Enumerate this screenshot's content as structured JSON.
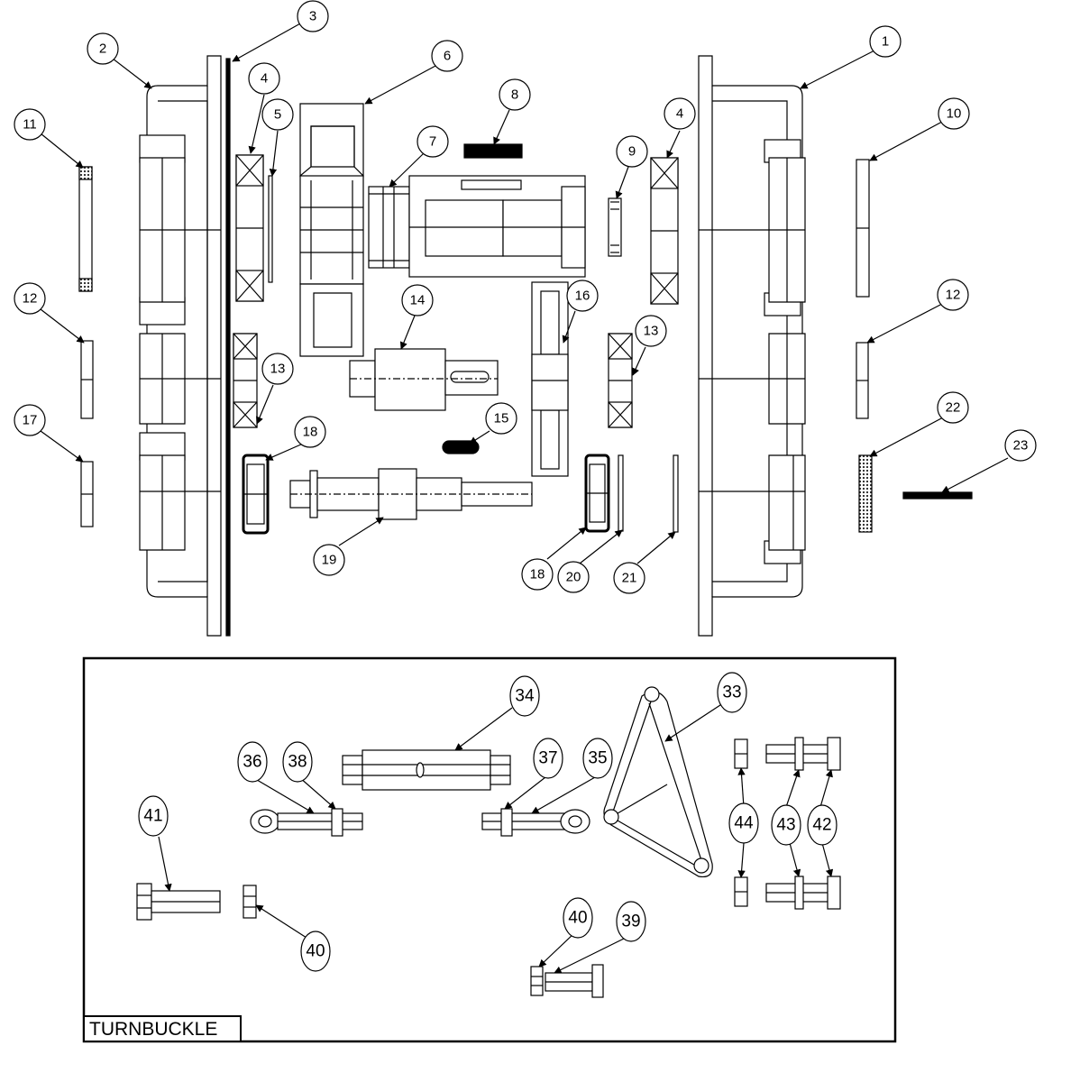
{
  "diagram": {
    "inset_label": "TURNBUCKLE",
    "colors": {
      "line": "#000000",
      "part_fill": "#ffffff",
      "dark_part": "#111111"
    },
    "upper_callouts": [
      "1",
      "2",
      "3",
      "4",
      "4",
      "5",
      "6",
      "7",
      "8",
      "9",
      "10",
      "11",
      "12",
      "12",
      "13",
      "13",
      "14",
      "15",
      "16",
      "17",
      "18",
      "18",
      "19",
      "20",
      "21",
      "22",
      "23"
    ],
    "inset_callouts": [
      "33",
      "34",
      "35",
      "36",
      "37",
      "38",
      "39",
      "40",
      "40",
      "41",
      "42",
      "43",
      "44"
    ]
  }
}
